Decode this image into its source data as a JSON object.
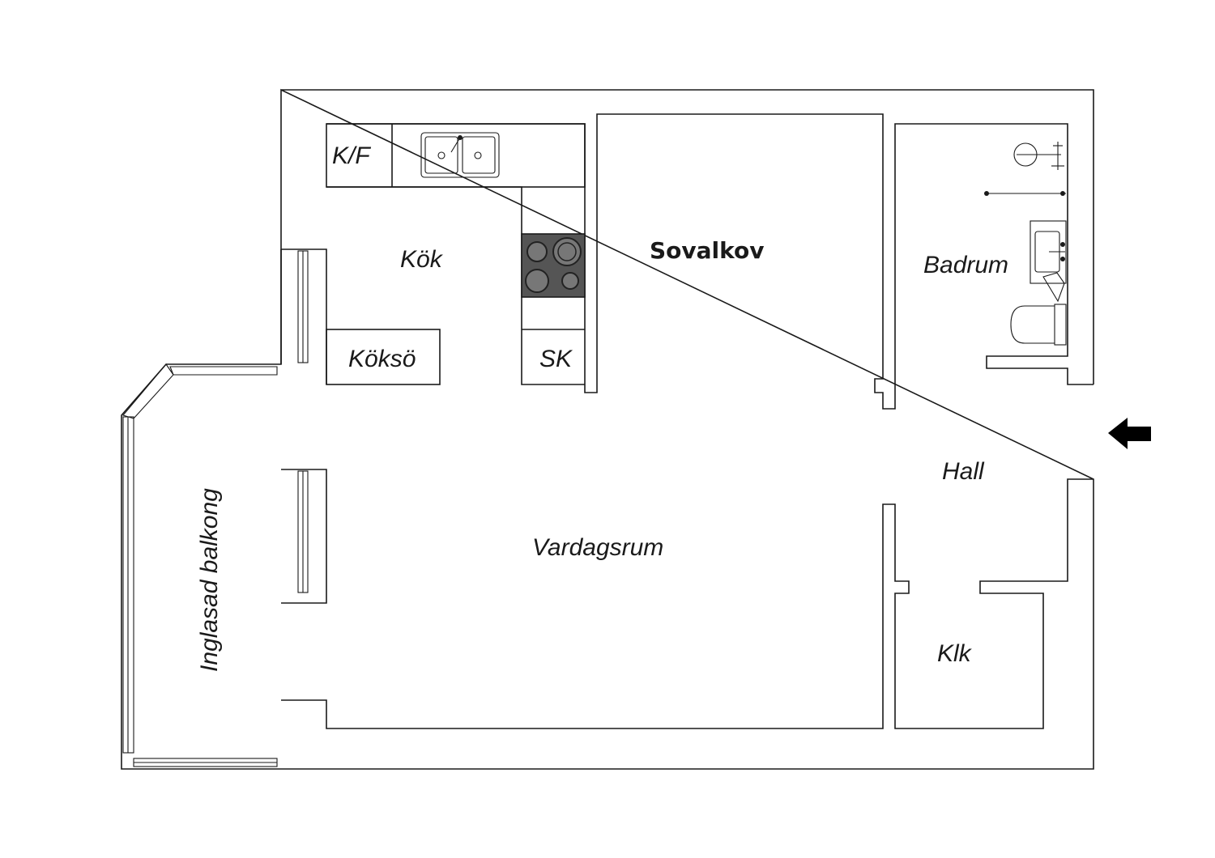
{
  "plan": {
    "rooms": {
      "kf": "K/F",
      "kok": "Kök",
      "koksoe": "Köksö",
      "sk": "SK",
      "sovalkov": "Sovalkov",
      "badrum": "Badrum",
      "hall": "Hall",
      "vardagsrum": "Vardagsrum",
      "klk": "Klk",
      "balkong": "Inglasad balkong"
    },
    "icons": {
      "entrance": "arrow-left-icon",
      "sink": "double-sink-icon",
      "stove": "stove-icon",
      "toilet": "toilet-icon",
      "washbasin": "washbasin-icon",
      "shower": "shower-icon"
    },
    "colors": {
      "line": "#1a1a1a",
      "stove": "#555555",
      "background": "#ffffff"
    }
  }
}
